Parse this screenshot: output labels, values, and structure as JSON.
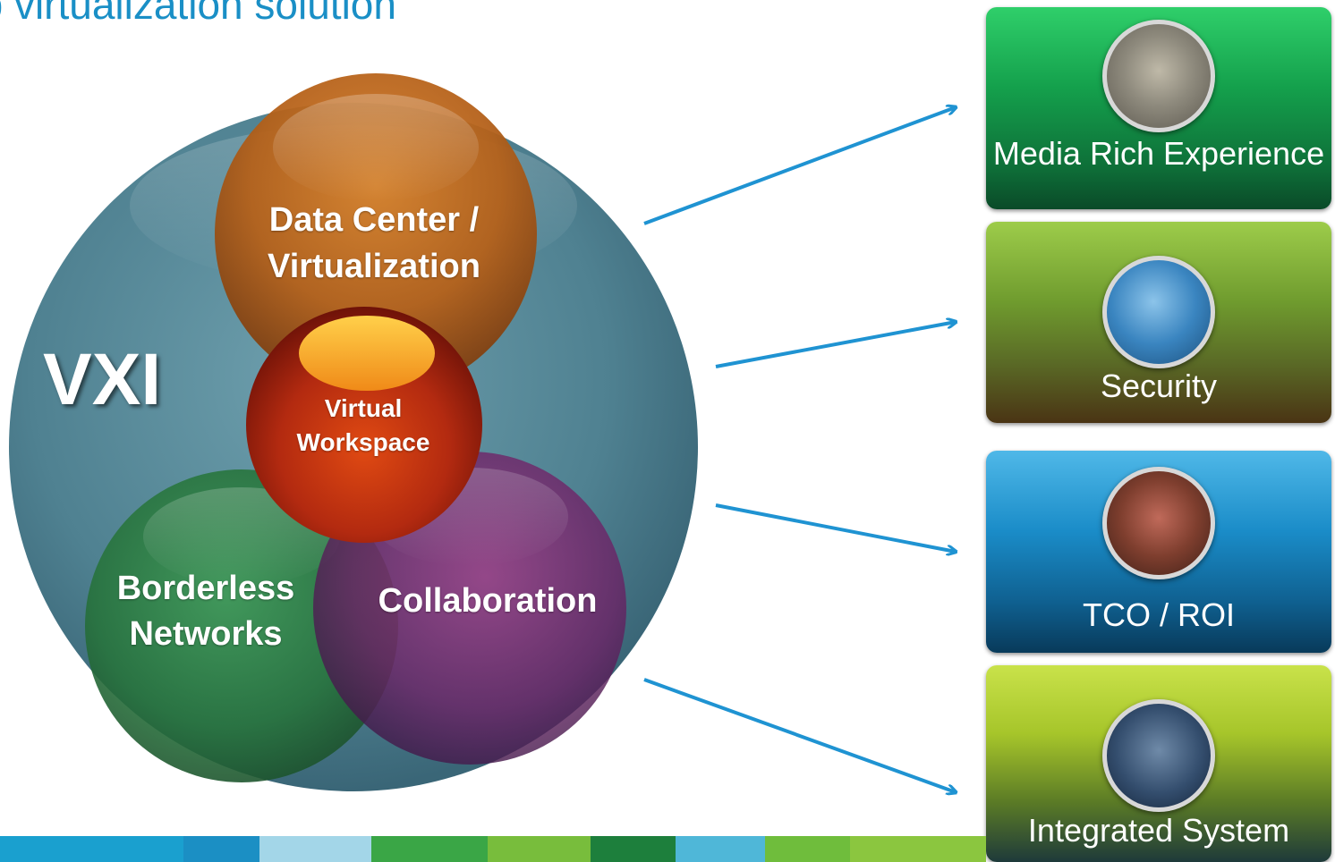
{
  "header": {
    "title": "op virtualization solution"
  },
  "diagram": {
    "center_label": "VXI",
    "circles": {
      "data_center": "Data Center / Virtualization",
      "virtual_workspace": "Virtual Workspace",
      "borderless": "Borderless Networks",
      "collaboration": "Collaboration"
    }
  },
  "benefits": [
    {
      "label": "Media Rich Experience",
      "icon": "person-laptop-photo"
    },
    {
      "label": "Security",
      "icon": "padlock-photo"
    },
    {
      "label": "TCO / ROI",
      "icon": "store-shelves-photo"
    },
    {
      "label": "Integrated System",
      "icon": "datacenter-photo"
    }
  ],
  "colors": {
    "accent": "#1a8fc6",
    "arrow": "#1f93d2",
    "card_media": "#179a4a",
    "card_security": "#6e9a2c",
    "card_tco": "#1a8cc8",
    "card_integrated": "#a6c52a"
  }
}
